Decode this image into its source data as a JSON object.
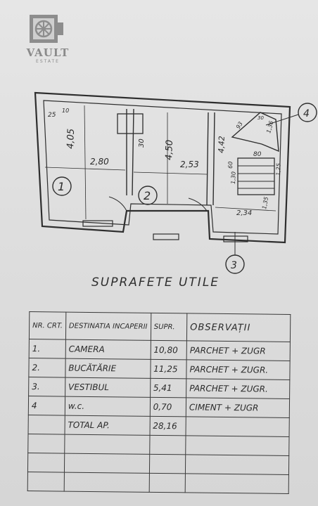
{
  "logo": {
    "name": "VAULT",
    "sub": "ESTATE"
  },
  "plan": {
    "rooms": [
      "1",
      "2",
      "3",
      "4"
    ],
    "dims": {
      "room1_height": "4,05",
      "room1_width": "2,80",
      "room1_corner": "25",
      "room1_corner2": "10",
      "room2_height": "4,50",
      "room2_width": "2,53",
      "chimney": "30",
      "room3_height": "4,42",
      "room3_width": "2,34",
      "stair_width": "80",
      "small_a": "93",
      "small_b": "1,36",
      "small_c": "1,30",
      "small_d": "60",
      "small_e": "1,25",
      "small_f": "1,35",
      "small_g": "30"
    }
  },
  "title": "SUPRAFETE   UTILE",
  "table": {
    "headers": {
      "nr": "NR. CRT.",
      "dest": "DESTINATIA INCAPERII",
      "supr": "SUPR.",
      "obs": "OBSERVAȚII"
    },
    "rows": [
      {
        "nr": "1.",
        "dest": "CAMERA",
        "supr": "10,80",
        "obs": "PARCHET + ZUGR"
      },
      {
        "nr": "2.",
        "dest": "BUCĂTĂRIE",
        "supr": "11,25",
        "obs": "PARCHET + ZUGR."
      },
      {
        "nr": "3.",
        "dest": "VESTIBUL",
        "supr": "5,41",
        "obs": "PARCHET + ZUGR."
      },
      {
        "nr": "4",
        "dest": "w.c.",
        "supr": "0,70",
        "obs": "CIMENT + ZUGR"
      }
    ],
    "total": {
      "label": "TOTAL AP.",
      "value": "28,16"
    }
  }
}
